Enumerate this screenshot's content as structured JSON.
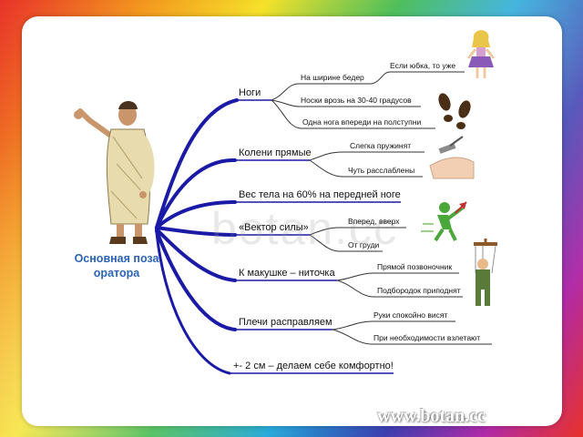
{
  "center": {
    "line1": "Основная поза",
    "line2": "оратора"
  },
  "branches": [
    {
      "label": "Ноги",
      "subs": [
        "На ширине бедер",
        "Носки врозь на 30-40 градусов",
        "Одна нога впереди на полступни"
      ],
      "sub_sub": "Если юбка, то уже"
    },
    {
      "label": "Колени прямые",
      "subs": [
        "Слегка пружинят",
        "Чуть расслаблены"
      ]
    },
    {
      "label": "Вес тела на 60% на передней ноге",
      "subs": []
    },
    {
      "label": "«Вектор силы»",
      "subs": [
        "Вперед, вверх",
        "От груди"
      ]
    },
    {
      "label": "К макушке – ниточка",
      "subs": [
        "Прямой позвоночник",
        "Подбородок приподнят"
      ]
    },
    {
      "label": "Плечи расправляем",
      "subs": [
        "Руки спокойно висят",
        "При необходимости взлетают"
      ]
    },
    {
      "label": "+- 2 см – делаем себе комфортно!",
      "subs": []
    }
  ],
  "watermarks": {
    "center": "botan.cc",
    "bottom": "www.botan.cc"
  },
  "colors": {
    "branch": "#1a1aa6",
    "center_text": "#2b63b5",
    "leaf_line": "#333333"
  }
}
